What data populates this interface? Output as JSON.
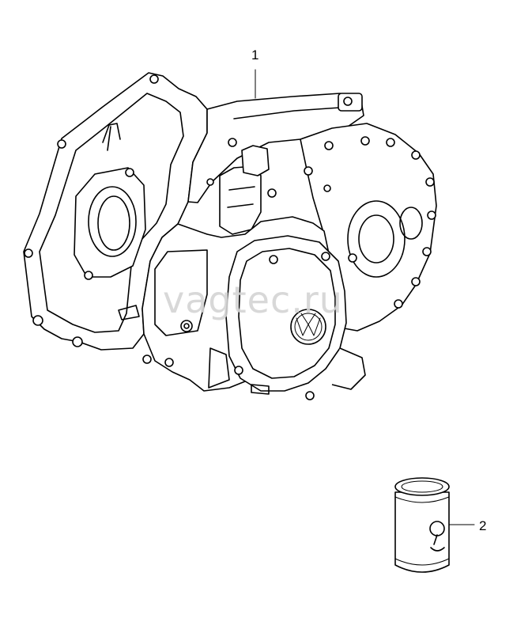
{
  "callouts": [
    {
      "label": "1"
    },
    {
      "label": "2"
    }
  ],
  "watermark": "vagtec.ru",
  "icons": [
    "gearbox-illustration",
    "oil-can-illustration",
    "vw-logo"
  ]
}
